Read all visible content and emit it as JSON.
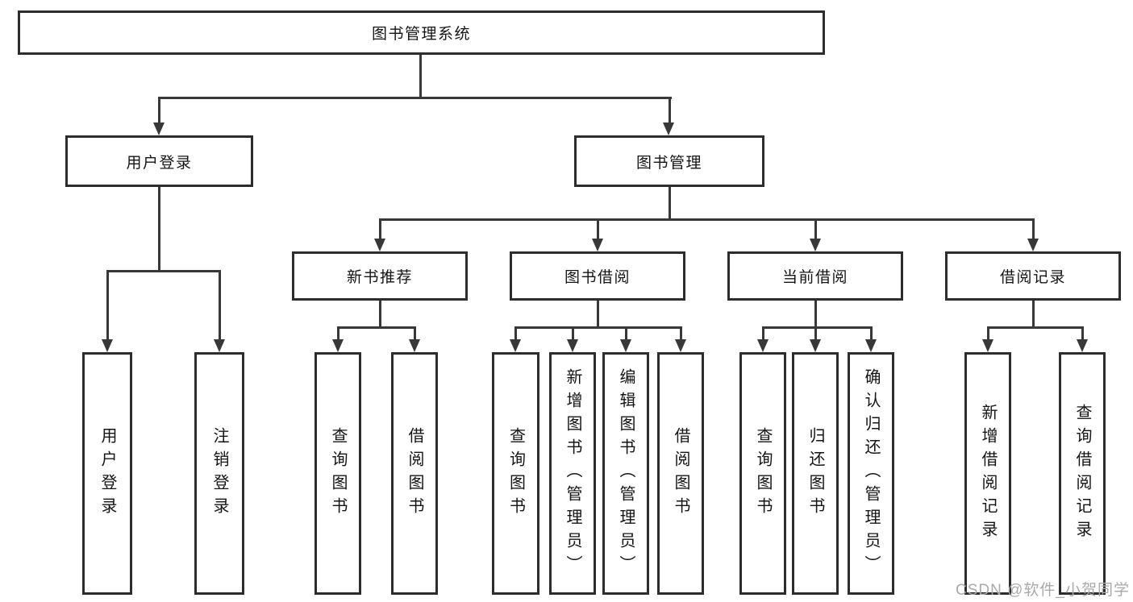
{
  "diagram": {
    "title": "图书管理系统",
    "level1": [
      {
        "label": "用户登录",
        "children": [
          {
            "label": "用户登录"
          },
          {
            "label": "注销登录"
          }
        ]
      },
      {
        "label": "图书管理",
        "children": [
          {
            "label": "新书推荐",
            "children": [
              {
                "label": "查询图书"
              },
              {
                "label": "借阅图书"
              }
            ]
          },
          {
            "label": "图书借阅",
            "children": [
              {
                "label": "查询图书"
              },
              {
                "label": "新增图书（管理员）"
              },
              {
                "label": "编辑图书（管理员）"
              },
              {
                "label": "借阅图书"
              }
            ]
          },
          {
            "label": "当前借阅",
            "children": [
              {
                "label": "查询图书"
              },
              {
                "label": "归还图书"
              },
              {
                "label": "确认归还（管理员）"
              }
            ]
          },
          {
            "label": "借阅记录",
            "children": [
              {
                "label": "新增借阅记录"
              },
              {
                "label": "查询借阅记录"
              }
            ]
          }
        ]
      }
    ]
  },
  "watermark": {
    "text": "CSDN @软件_小贺同学"
  },
  "colors": {
    "line": "#383838",
    "border": "#2d2d2d",
    "text": "#141414",
    "watermark": "#a9a9a9",
    "background": "#ffffff"
  }
}
